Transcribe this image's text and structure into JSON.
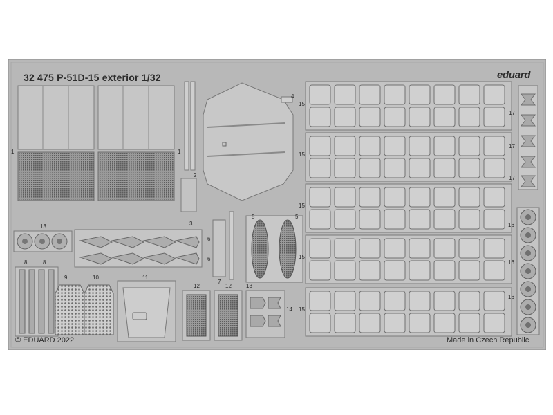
{
  "header": {
    "title": "32 475   P-51D-15 exterior    1/32",
    "brand": "eduard"
  },
  "footer": {
    "copyright": "© EDUARD 2022",
    "origin": "Made in Czech Republic"
  },
  "part_numbers": [
    "1",
    "1",
    "2",
    "3",
    "4",
    "5",
    "5",
    "6",
    "6",
    "7",
    "8",
    "8",
    "9",
    "10",
    "11",
    "12",
    "12",
    "13",
    "13",
    "14",
    "15",
    "15",
    "15",
    "15",
    "15",
    "16",
    "16",
    "16",
    "17",
    "17",
    "17"
  ],
  "colors": {
    "fret": "#b9b9b9",
    "metal": "#c9c9c9",
    "edge": "#7a7a7a",
    "mesh": "#6f6f6f"
  }
}
